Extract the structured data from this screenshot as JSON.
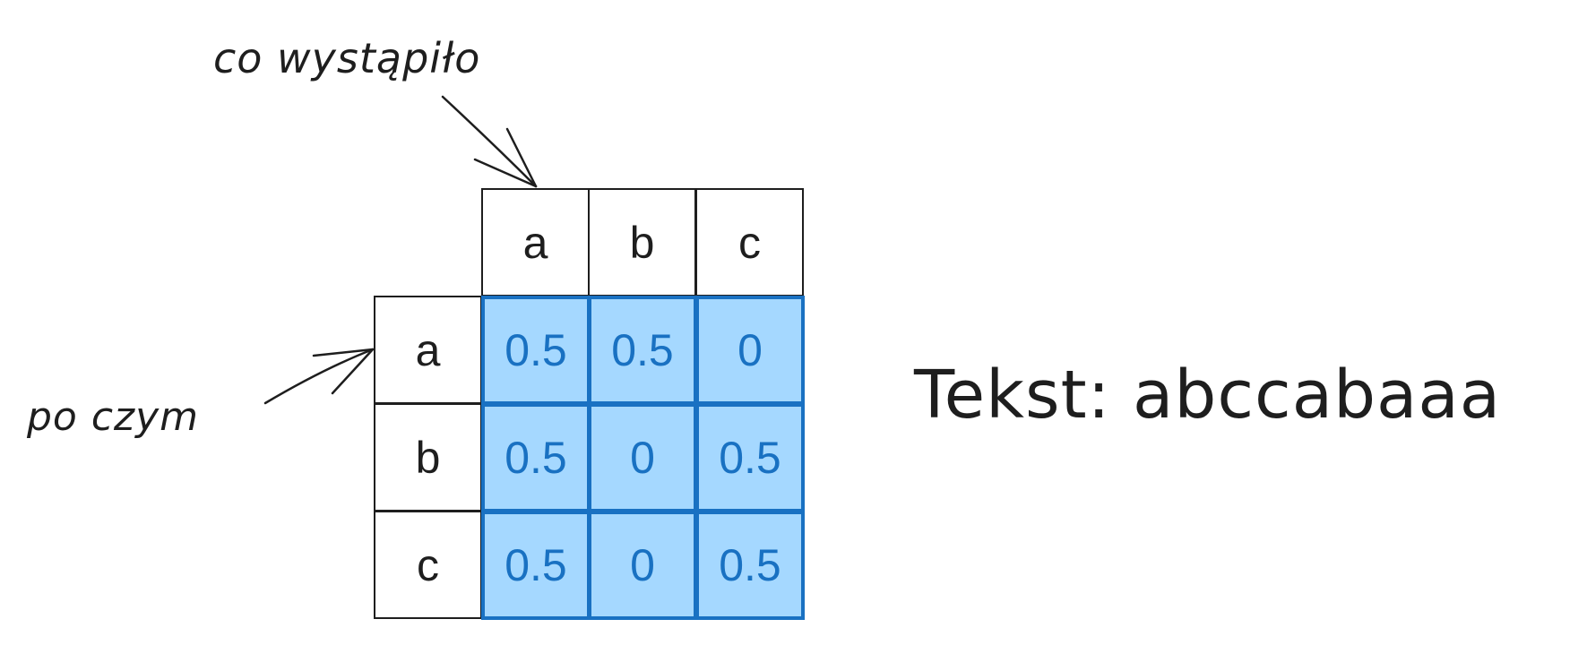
{
  "annotations": {
    "column_axis_label": "co wystąpiło",
    "row_axis_label": "po czym",
    "text_label": "Tekst: abccabaaa"
  },
  "matrix": {
    "col_headers": [
      "a",
      "b",
      "c"
    ],
    "row_headers": [
      "a",
      "b",
      "c"
    ],
    "values": [
      [
        "0.5",
        "0.5",
        "0"
      ],
      [
        "0.5",
        "0",
        "0.5"
      ],
      [
        "0.5",
        "0",
        "0.5"
      ]
    ]
  },
  "colors": {
    "cell_fill": "#a5d8ff",
    "cell_stroke": "#1971c2",
    "ink": "#1e1e1e"
  }
}
